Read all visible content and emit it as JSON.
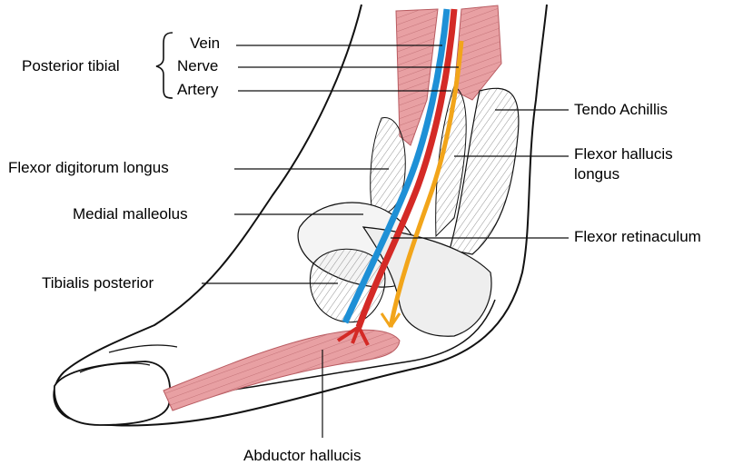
{
  "labels": {
    "group_title": "Posterior tibial",
    "vein": "Vein",
    "nerve": "Nerve",
    "artery": "Artery",
    "tendo_achillis": "Tendo Achillis",
    "flexor_hallucis_longus_line1": "Flexor hallucis",
    "flexor_hallucis_longus_line2": "longus",
    "flexor_digitorum_longus": "Flexor digitorum longus",
    "medial_malleolus": "Medial malleolus",
    "flexor_retinaculum": "Flexor retinaculum",
    "tibialis_posterior": "Tibialis posterior",
    "abductor_hallucis": "Abductor hallucis"
  },
  "colors": {
    "muscle": "#e8a0a3",
    "muscle_line": "#b85a60",
    "vein": "#1e90d6",
    "artery": "#d42a26",
    "nerve": "#f2a51a",
    "outline": "#111111",
    "tendon_shade": "#d9d9d9"
  }
}
